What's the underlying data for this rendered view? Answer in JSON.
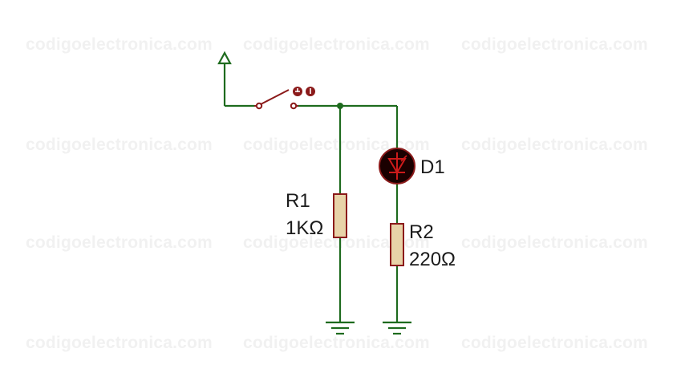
{
  "watermark": {
    "text": "codigoelectronica.com"
  },
  "components": {
    "r1": {
      "ref": "R1",
      "value": "1KΩ"
    },
    "r2": {
      "ref": "R2",
      "value": "220Ω"
    },
    "d1": {
      "ref": "D1"
    }
  },
  "colors": {
    "wire": "#1e6b1e",
    "component": "#8b1a1a",
    "resistor_fill": "#e8d3a8",
    "led_body": "#1a0000",
    "led_symbol": "#cc1a1a"
  }
}
